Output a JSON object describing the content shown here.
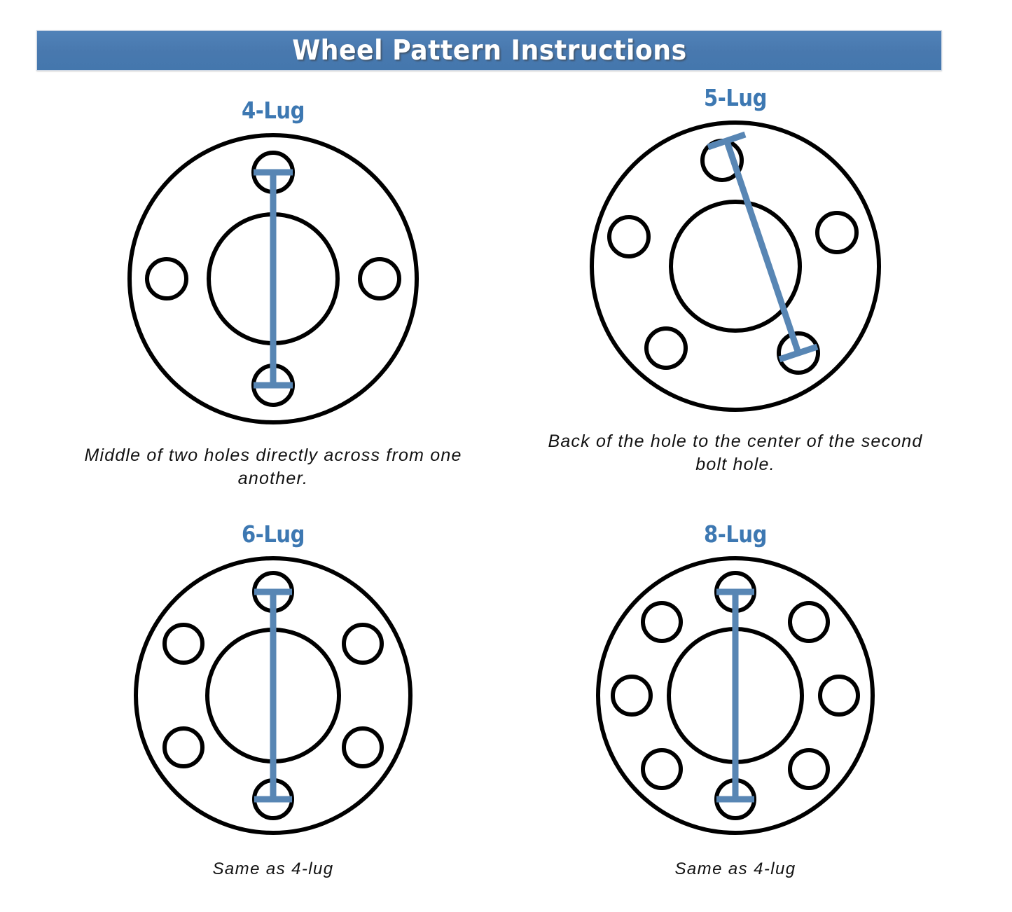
{
  "header": {
    "title": "Wheel Pattern Instructions",
    "banner_color": "#4878ae",
    "title_color": "#ffffff"
  },
  "theme": {
    "accent_blue": "#3d78b2",
    "measure_line_blue": "#5886b4",
    "outline_black": "#000000",
    "background": "#ffffff"
  },
  "panels": [
    {
      "id": "4-lug",
      "heading": "4-Lug",
      "caption": "Middle of two holes directly across from one another.",
      "lug_count": 4,
      "hole_angles_deg": [
        0,
        90,
        180,
        270
      ],
      "measurement": {
        "type": "center-to-center-vertical",
        "from_hole_angle_deg": 270,
        "to_hole_angle_deg": 90,
        "end_cap": "t-bar"
      }
    },
    {
      "id": "5-lug",
      "heading": "5-Lug",
      "caption": "Back of the hole to the center of the second bolt hole.",
      "lug_count": 5,
      "hole_angles_deg": [
        270,
        342,
        54,
        126,
        198
      ],
      "measurement": {
        "type": "back-of-hole-to-center-diagonal",
        "from_hole_angle_deg": 283,
        "to_hole_angle_deg": 53,
        "end_cap": "t-bar"
      }
    },
    {
      "id": "6-lug",
      "heading": "6-Lug",
      "caption": "Same as 4-lug",
      "lug_count": 6,
      "hole_angles_deg": [
        270,
        330,
        30,
        90,
        150,
        210
      ],
      "measurement": {
        "type": "center-to-center-vertical",
        "from_hole_angle_deg": 270,
        "to_hole_angle_deg": 90,
        "end_cap": "t-bar"
      }
    },
    {
      "id": "8-lug",
      "heading": "8-Lug",
      "caption": "Same as 4-lug",
      "lug_count": 8,
      "hole_angles_deg": [
        270,
        315,
        0,
        45,
        90,
        135,
        180,
        225
      ],
      "measurement": {
        "type": "center-to-center-vertical",
        "from_hole_angle_deg": 270,
        "to_hole_angle_deg": 90,
        "end_cap": "t-bar"
      }
    }
  ],
  "geometry": {
    "outer_radius": 205,
    "hub_radius": 92,
    "bolt_circle_radius": 152,
    "hole_radius": 28,
    "stroke_width": 6
  }
}
